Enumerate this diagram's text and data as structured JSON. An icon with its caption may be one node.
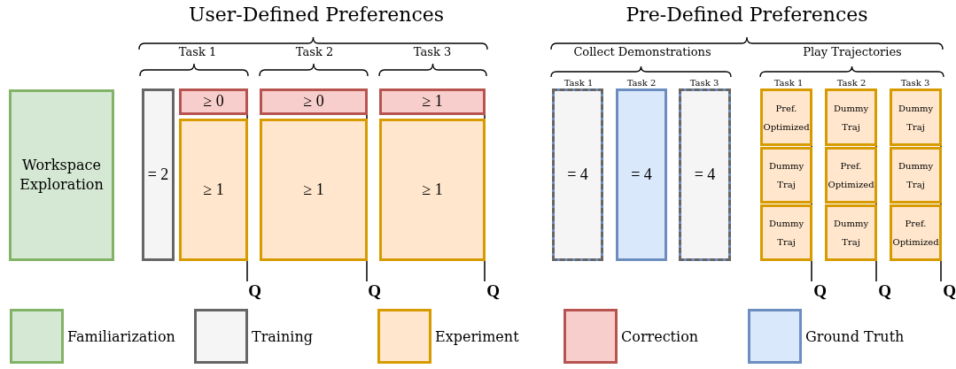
{
  "diagram": {
    "nodes": [
      {
        "text": [
          "Workspace Exploration"
        ]
      },
      {
        "text": [
          "= 2"
        ]
      },
      {
        "text": [
          "≥ 0"
        ]
      },
      {
        "text": [
          "≥ 1"
        ]
      },
      {
        "text": [
          "≥ 0"
        ]
      },
      {
        "text": [
          "≥ 1"
        ]
      },
      {
        "text": [
          "≥ 1"
        ]
      },
      {
        "text": [
          "≥ 1"
        ]
      },
      {
        "text": [
          "= 4"
        ]
      },
      {
        "text": [
          "= 4"
        ]
      },
      {
        "text": [
          "= 4"
        ]
      },
      {
        "text": [
          "Pref. Optimized"
        ]
      },
      {
        "text": [
          "Dummy Traj"
        ]
      },
      {
        "text": [
          "Dummy Traj"
        ]
      },
      {
        "text": [
          "Dummy Traj"
        ]
      },
      {
        "text": [
          "Pref. Optimized"
        ]
      },
      {
        "text": [
          "Dummy Traj"
        ]
      },
      {
        "text": [
          "Dummy Traj"
        ]
      },
      {
        "text": [
          "Dummy Traj"
        ]
      },
      {
        "text": [
          "Pref. Optimized"
        ]
      },
      {
        "text": [
          "Q"
        ]
      },
      {
        "text": [
          "Q"
        ]
      },
      {
        "text": [
          "Q"
        ]
      },
      {
        "text": [
          "Q"
        ]
      },
      {
        "text": [
          "Q"
        ]
      },
      {
        "text": [
          "Q"
        ]
      }
    ],
    "edges": [
      {
        "from": 2,
        "to": 20,
        "arrow": "none"
      },
      {
        "from": 4,
        "to": 21,
        "arrow": "none"
      },
      {
        "from": 6,
        "to": 22,
        "arrow": "none"
      },
      {
        "from": 11,
        "to": 23,
        "arrow": "none"
      },
      {
        "from": 14,
        "to": 24,
        "arrow": "none"
      },
      {
        "from": 17,
        "to": 25,
        "arrow": "none"
      }
    ],
    "labels": [
      "User-Defined Preferences",
      "Pre-Defined Preferences",
      "Task 1",
      "Task 2",
      "Task 3",
      "Collect Demonstrations",
      "Play Trajectories",
      "Task 1",
      "Task 2",
      "Task 3",
      "Task 1",
      "Task 2",
      "Task 3"
    ],
    "legend": [
      {
        "text": "Familiarization",
        "color": "#d5e8d4"
      },
      {
        "text": "Training",
        "color": "#f5f5f5"
      },
      {
        "text": "Experiment",
        "color": "#ffe6cc"
      },
      {
        "text": "Correction",
        "color": "#f8cecc"
      },
      {
        "text": "Ground Truth",
        "color": "#dae8fc"
      }
    ]
  }
}
